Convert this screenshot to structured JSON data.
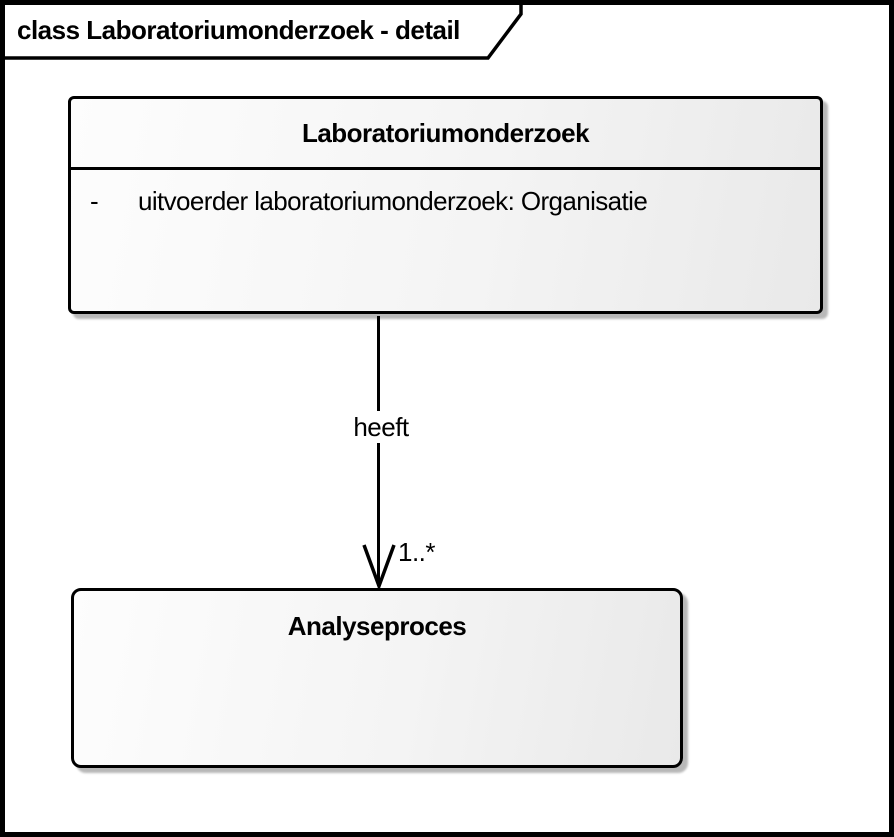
{
  "diagram": {
    "frame_label": "class Laboratoriumonderzoek - detail",
    "classes": [
      {
        "name": "Laboratoriumonderzoek",
        "attributes": [
          {
            "visibility": "-",
            "text": "uitvoerder laboratoriumonderzoek: Organisatie"
          }
        ]
      },
      {
        "name": "Analyseproces",
        "attributes": []
      }
    ],
    "association": {
      "label": "heeft",
      "source": "Laboratoriumonderzoek",
      "target": "Analyseproces",
      "target_multiplicity": "1..*",
      "arrow_style": "open-arrow"
    },
    "colors": {
      "stroke": "#000000",
      "node_fill_light": "#fdfdfd",
      "node_fill_dark": "#e9e9e9",
      "shadow": "#b8b8b8",
      "background": "#ffffff"
    }
  }
}
